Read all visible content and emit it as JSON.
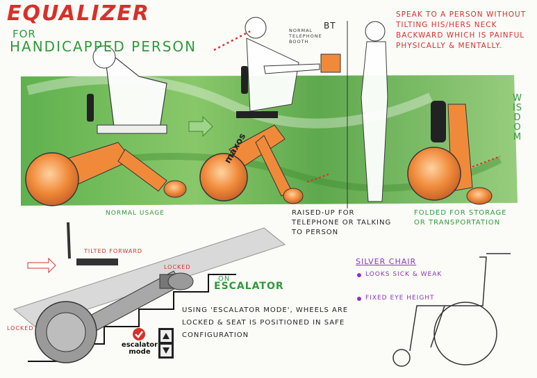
{
  "title": "EQUALIZER",
  "subtitle_line1": "FOR",
  "subtitle_line2": "HANDICAPPED PERSON",
  "note_speak": "SPEAK TO A PERSON WITHOUT TILTING HIS/HERS NECK BACKWARD WHICH IS PAINFUL PHYSICALLY & MENTALLY.",
  "label_bt": "BT",
  "note_normal_telephone": "NORMAL TELEPHONE BOOTH",
  "label_wisdom": "WISDOM",
  "brand_text": "maxos",
  "captions": {
    "normal": "NORMAL USAGE",
    "raised": "RAISED-UP FOR TELEPHONE OR TALKING TO PERSON",
    "folded": "FOLDED FOR STORAGE OR TRANSPORTATION",
    "tilted": "TILTED FORWARD",
    "locked_1": "LOCKED",
    "locked_2": "LOCKED",
    "on": "ON",
    "escalator": "ESCALATOR"
  },
  "using_note": "USING 'ESCALATOR MODE', WHEELS ARE LOCKED & SEAT IS POSITIONED IN SAFE CONFIGURATION",
  "silver_chair": {
    "heading": "SILVER CHAIR",
    "bullet_1": "LOOKS SICK & WEAK",
    "bullet_2": "FIXED EYE HEIGHT"
  },
  "escalator_logo": {
    "line1": "escalator",
    "line2": "mode"
  },
  "colors": {
    "red": "#d8302a",
    "green": "#2f9a3a",
    "orange": "#f08a3a",
    "purple": "#8a36b8",
    "grass": "#62b24a"
  }
}
